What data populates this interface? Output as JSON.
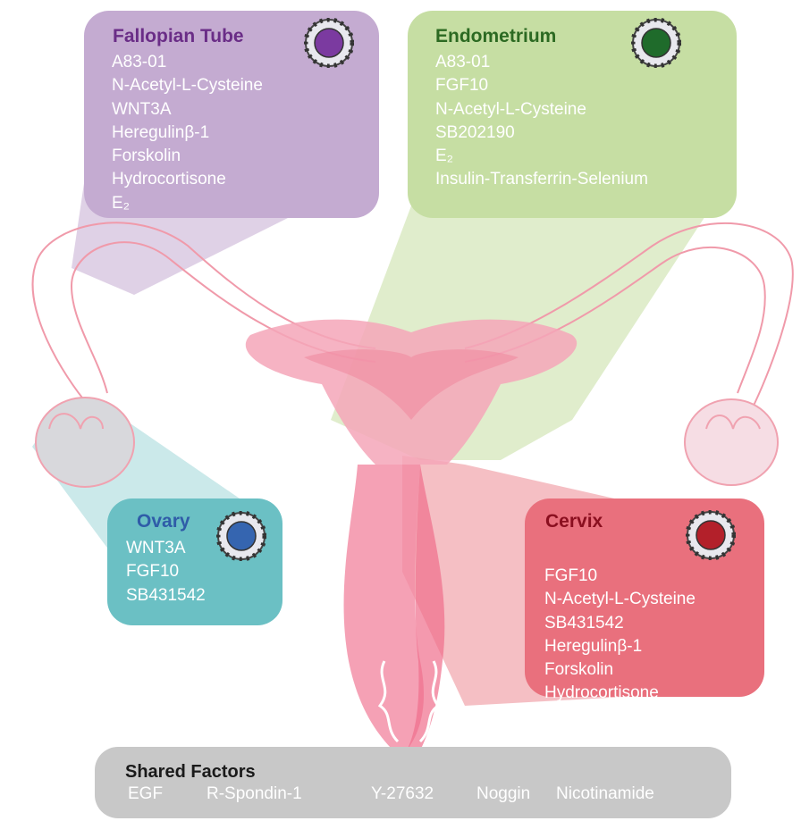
{
  "fallopian_tube": {
    "title": "Fallopian Tube",
    "factors": [
      "A83-01",
      "N-Acetyl-L-Cysteine",
      "WNT3A",
      "Heregulinβ-1",
      "Forskolin",
      "Hydrocortisone",
      "E₂"
    ],
    "color": "#6a2d87"
  },
  "endometrium": {
    "title": "Endometrium",
    "factors": [
      "A83-01",
      "FGF10",
      "N-Acetyl-L-Cysteine",
      "SB202190",
      "E₂",
      "Insulin-Transferrin-Selenium"
    ],
    "color": "#2c6a22"
  },
  "ovary": {
    "title": "Ovary",
    "factors": [
      "WNT3A",
      "FGF10",
      "SB431542"
    ],
    "color": "#2f5ca8"
  },
  "cervix": {
    "title": "Cervix",
    "factors": [
      "FGF10",
      "N-Acetyl-L-Cysteine",
      "SB431542",
      "Heregulinβ-1",
      "Forskolin",
      "Hydrocortisone"
    ],
    "color": "#b3202a"
  },
  "shared": {
    "title": "Shared Factors",
    "factors": [
      "EGF",
      "R-Spondin-1",
      "Y-27632",
      "Noggin",
      "Nicotinamide"
    ]
  }
}
